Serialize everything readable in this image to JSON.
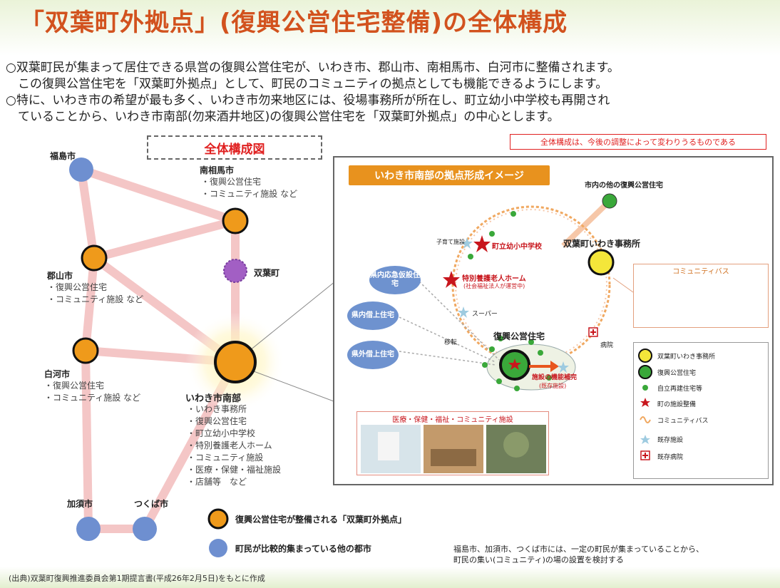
{
  "title": "「双葉町外拠点」(復興公営住宅整備)の全体構成",
  "intro": [
    "○双葉町民が集まって居住できる県営の復興公営住宅が、いわき市、郡山市、南相馬市、白河市に整備されます。",
    "　この復興公営住宅を「双葉町外拠点」として、町民のコミュニティの拠点としても機能できるようにします。",
    "○特に、いわき市の希望が最も多く、いわき市勿来地区には、役場事務所が所在し、町立幼小中学校も再開され",
    "　ていることから、いわき市南部(勿来酒井地区)の復興公営住宅を「双葉町外拠点」の中心とします。"
  ],
  "diagram_title": "全体構成図",
  "note": "全体構成は、今後の調整によって変わりうるものである",
  "cities": {
    "fukushima": {
      "name": "福島市"
    },
    "minamisoma": {
      "name": "南相馬市",
      "items": [
        "復興公営住宅",
        "コミュニティ施設 など"
      ]
    },
    "futaba": {
      "name": "双葉町"
    },
    "koriyama": {
      "name": "郡山市",
      "items": [
        "復興公営住宅",
        "コミュニティ施設 など"
      ]
    },
    "shirakawa": {
      "name": "白河市",
      "items": [
        "復興公営住宅",
        "コミュニティ施設 など"
      ]
    },
    "iwaki": {
      "name": "いわき市南部",
      "items": [
        "いわき事務所",
        "復興公営住宅",
        "町立幼小中学校",
        "特別養護老人ホーム",
        "コミュニティ施設",
        "医療・保健・福祉施設",
        "店舗等　など"
      ]
    },
    "kazo": {
      "name": "加須市"
    },
    "tsukuba": {
      "name": "つくば市"
    }
  },
  "legend": {
    "orange": "復興公営住宅が整備される「双葉町外拠点」",
    "blue": "町民が比較的集まっている他の都市"
  },
  "bottom_note": [
    "福島市、加須市、つくば市には、一定の町民が集まっていることから、",
    "町民の集い(コミュニティ)の場の設置を検討する"
  ],
  "source": "(出典)双葉町復興推進委員会第1期提言書(平成26年2月5日)をもとに作成",
  "panel": {
    "title": "いわき市南部の拠点形成イメージ",
    "other_housing": "市内の他の復興公営住宅",
    "office": "双葉町いわき事務所",
    "housing": "復興公営住宅",
    "school": "町立幼小中学校",
    "nursing": "特別養護老人ホーム",
    "nursing_sub": "(社会福祉法人が運営中)",
    "childcare": "子育て施設",
    "super": "スーパー",
    "hospital": "病院",
    "transfer": "移転",
    "facility": "施設の機能補完",
    "facility_sub": "(既存施設)",
    "ovals": [
      "県内応急仮設住宅",
      "県内借上住宅",
      "県外借上住宅"
    ],
    "bus_caption": "コミュニティバス",
    "photo_caption": "医療・保健・福祉・コミュニティ施設",
    "legend": [
      "双葉町いわき事務所",
      "復興公営住宅",
      "自立再建住宅等",
      "町の施設整備",
      "コミュニティバス",
      "既存施設",
      "既存病院"
    ]
  },
  "colors": {
    "title": "#d2521e",
    "orange": "#ef9a1b",
    "blue": "#6e8fd0",
    "purple": "#a25fc4",
    "pink_link": "#f4c6c6",
    "note_red": "#e02020"
  }
}
